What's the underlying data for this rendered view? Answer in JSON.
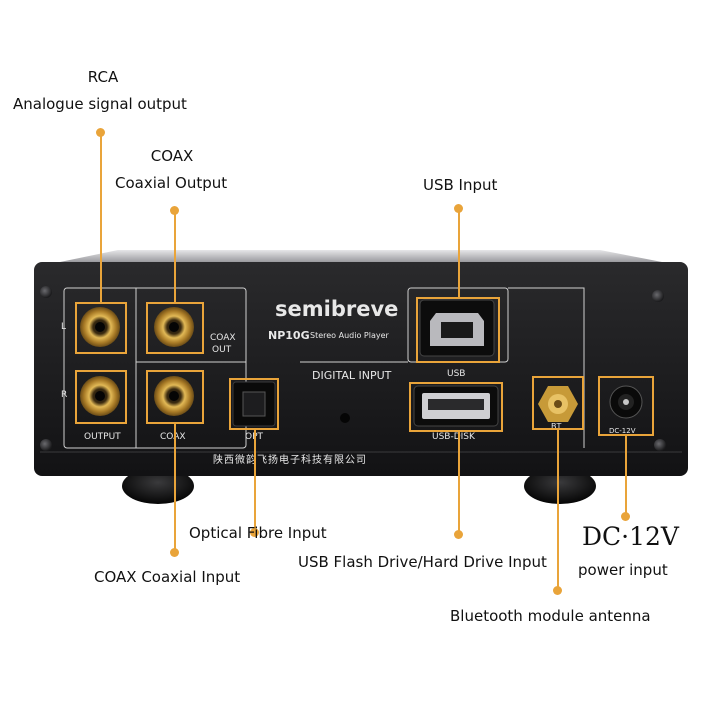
{
  "callouts": {
    "rca_title": "RCA",
    "rca_desc": "Analogue signal output",
    "coax_title": "COAX",
    "coax_desc": "Coaxial Output",
    "usb_input": "USB Input",
    "optical": "Optical Fibre Input",
    "coax_input": "COAX Coaxial Input",
    "usb_flash": "USB Flash Drive/Hard Drive Input",
    "bluetooth": "Bluetooth module antenna",
    "dc": "DC·12V",
    "power": "power input"
  },
  "panel": {
    "brand": "semibreve",
    "model": "NP10G",
    "model_sub": "Stereo Audio Player",
    "left_label": "L",
    "right_label": "R",
    "output_label": "OUTPUT",
    "coax_out_1": "COAX",
    "coax_out_2": "OUT",
    "coax_label": "COAX",
    "opt_label": "OPT",
    "digital_input": "DIGITAL INPUT",
    "usb_label": "USB",
    "usb_disk_label": "USB-DISK",
    "bt_label": "BT",
    "dc_label": "DC-12V",
    "manufacturer": "陕西微韵飞扬电子科技有限公司"
  },
  "colors": {
    "accent": "#e9a43a",
    "chassis": "#1c1c1e",
    "panel_text": "#e8e8e8",
    "gold": "#c89b3c"
  }
}
